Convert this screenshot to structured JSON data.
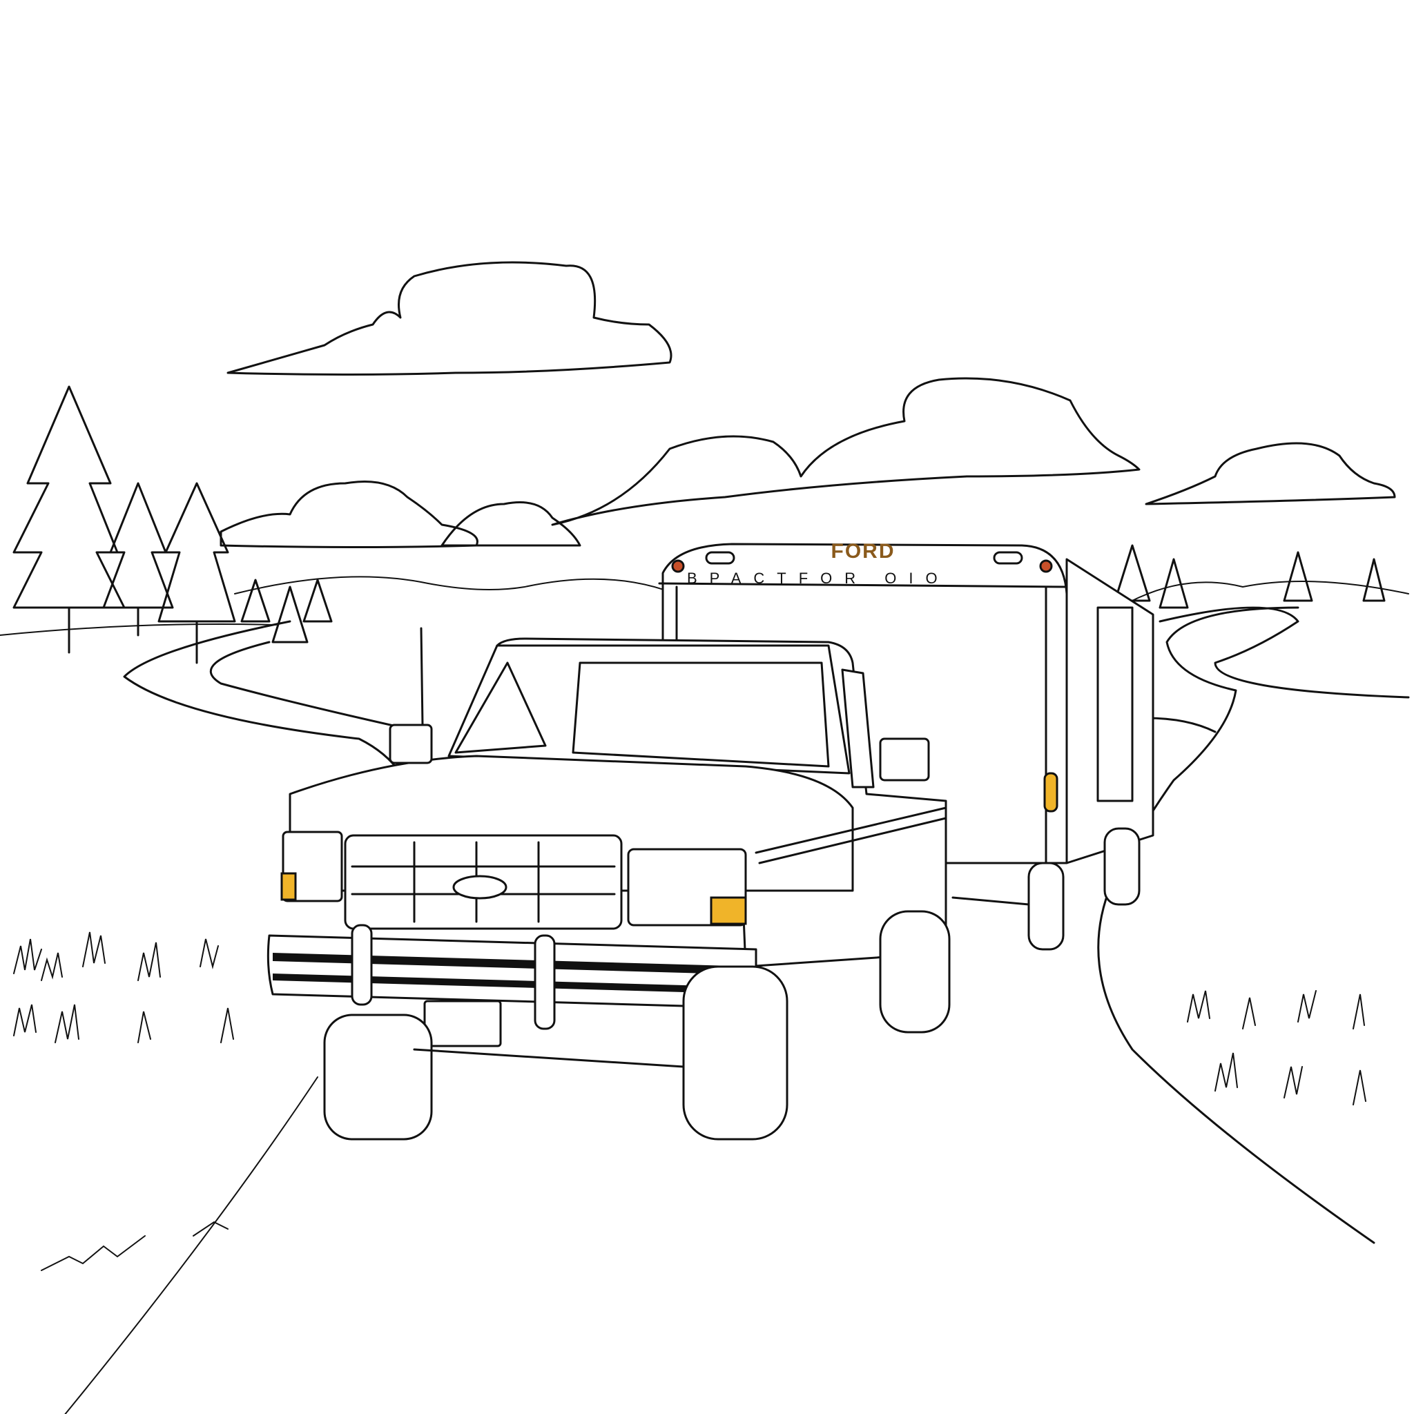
{
  "scene": {
    "title": "Pickup truck towing a trailer on a country road",
    "style": "black line-art coloring page",
    "background": "#ffffff"
  },
  "trailer": {
    "brand_text": "FORD",
    "brand_color": "#8a5a1c",
    "strip_text": "BPACTFOR OIO",
    "marker_light_color": "#c8502a",
    "side_light_color": "#f0b429"
  },
  "truck": {
    "grille_badge": "Ford",
    "turn_signal_color": "#f0b429"
  },
  "colors": {
    "line": "#111111",
    "amber": "#f0b429",
    "red": "#c8502a"
  }
}
